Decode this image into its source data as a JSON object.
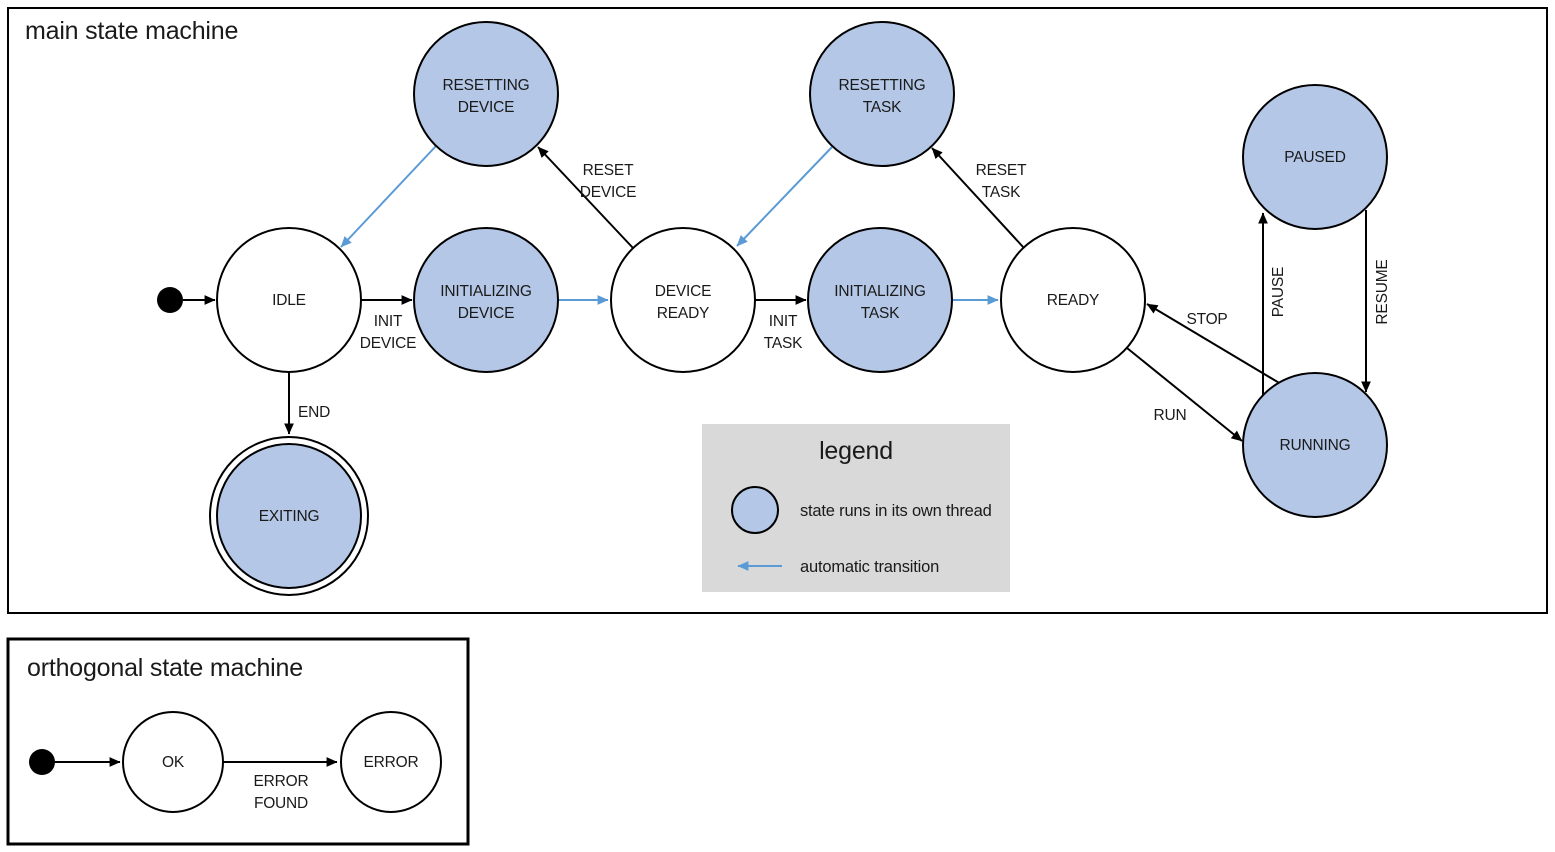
{
  "colors": {
    "thread_state_fill": "#b4c7e7",
    "automatic_transition": "#5b9bd5",
    "legend_background": "#d9d9d9",
    "edge": "#000000"
  },
  "main": {
    "title": "main state machine",
    "states": {
      "idle": {
        "label": "IDLE"
      },
      "resetting_device": {
        "line1": "RESETTING",
        "line2": "DEVICE"
      },
      "initializing_device": {
        "line1": "INITIALIZING",
        "line2": "DEVICE"
      },
      "device_ready": {
        "line1": "DEVICE",
        "line2": "READY"
      },
      "resetting_task": {
        "line1": "RESETTING",
        "line2": "TASK"
      },
      "initializing_task": {
        "line1": "INITIALIZING",
        "line2": "TASK"
      },
      "ready": {
        "label": "READY"
      },
      "paused": {
        "label": "PAUSED"
      },
      "running": {
        "label": "RUNNING"
      },
      "exiting": {
        "label": "EXITING"
      }
    },
    "transitions": {
      "init_device": {
        "line1": "INIT",
        "line2": "DEVICE"
      },
      "reset_device": {
        "line1": "RESET",
        "line2": "DEVICE"
      },
      "init_task": {
        "line1": "INIT",
        "line2": "TASK"
      },
      "reset_task": {
        "line1": "RESET",
        "line2": "TASK"
      },
      "end": {
        "label": "END"
      },
      "stop": {
        "label": "STOP"
      },
      "run": {
        "label": "RUN"
      },
      "pause": {
        "label": "PAUSE"
      },
      "resume": {
        "label": "RESUME"
      }
    }
  },
  "legend": {
    "title": "legend",
    "thread_item": {
      "label": "state runs in its own thread"
    },
    "auto_item": {
      "label": "automatic transition"
    }
  },
  "orthogonal": {
    "title": "orthogonal state machine",
    "states": {
      "ok": {
        "label": "OK"
      },
      "error": {
        "label": "ERROR"
      }
    },
    "transitions": {
      "error_found": {
        "line1": "ERROR",
        "line2": "FOUND"
      }
    }
  }
}
